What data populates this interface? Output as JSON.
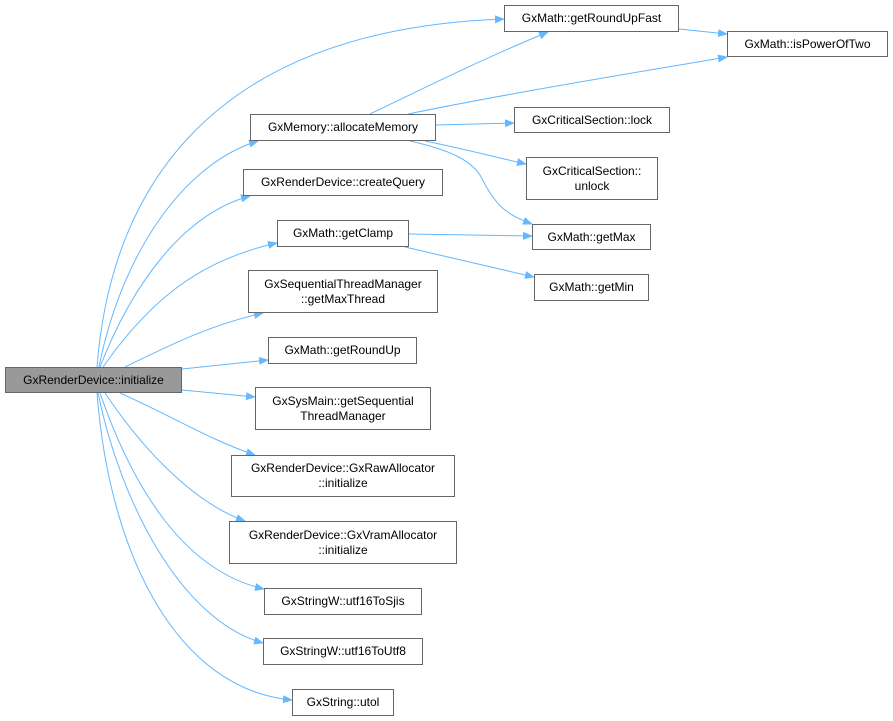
{
  "graph": {
    "root": "GxRenderDevice::initialize",
    "nodes": {
      "allocateMemory": "GxMemory::allocateMemory",
      "createQuery": "GxRenderDevice::createQuery",
      "getClamp": "GxMath::getClamp",
      "getMaxThread": "GxSequentialThreadManager\n::getMaxThread",
      "getRoundUp": "GxMath::getRoundUp",
      "getSequential": "GxSysMain::getSequential\nThreadManager",
      "rawAllocator": "GxRenderDevice::GxRawAllocator\n::initialize",
      "vramAllocator": "GxRenderDevice::GxVramAllocator\n::initialize",
      "utf16ToSjis": "GxStringW::utf16ToSjis",
      "utf16ToUtf8": "GxStringW::utf16ToUtf8",
      "utol": "GxString::utol",
      "getRoundUpFast": "GxMath::getRoundUpFast",
      "isPowerOfTwo": "GxMath::isPowerOfTwo",
      "lock": "GxCriticalSection::lock",
      "unlock": "GxCriticalSection::\nunlock",
      "getMax": "GxMath::getMax",
      "getMin": "GxMath::getMin"
    },
    "edges": [
      [
        "root",
        "getRoundUpFast"
      ],
      [
        "root",
        "allocateMemory"
      ],
      [
        "root",
        "createQuery"
      ],
      [
        "root",
        "getClamp"
      ],
      [
        "root",
        "getMaxThread"
      ],
      [
        "root",
        "getRoundUp"
      ],
      [
        "root",
        "getSequential"
      ],
      [
        "root",
        "rawAllocator"
      ],
      [
        "root",
        "vramAllocator"
      ],
      [
        "root",
        "utf16ToSjis"
      ],
      [
        "root",
        "utf16ToUtf8"
      ],
      [
        "root",
        "utol"
      ],
      [
        "allocateMemory",
        "getRoundUpFast"
      ],
      [
        "allocateMemory",
        "isPowerOfTwo"
      ],
      [
        "allocateMemory",
        "lock"
      ],
      [
        "allocateMemory",
        "unlock"
      ],
      [
        "allocateMemory",
        "getMax"
      ],
      [
        "getClamp",
        "getMax"
      ],
      [
        "getClamp",
        "getMin"
      ],
      [
        "getRoundUpFast",
        "isPowerOfTwo"
      ]
    ],
    "colors": {
      "edge": "#63b8ff",
      "root_fill": "#999999",
      "border": "#666666"
    }
  }
}
